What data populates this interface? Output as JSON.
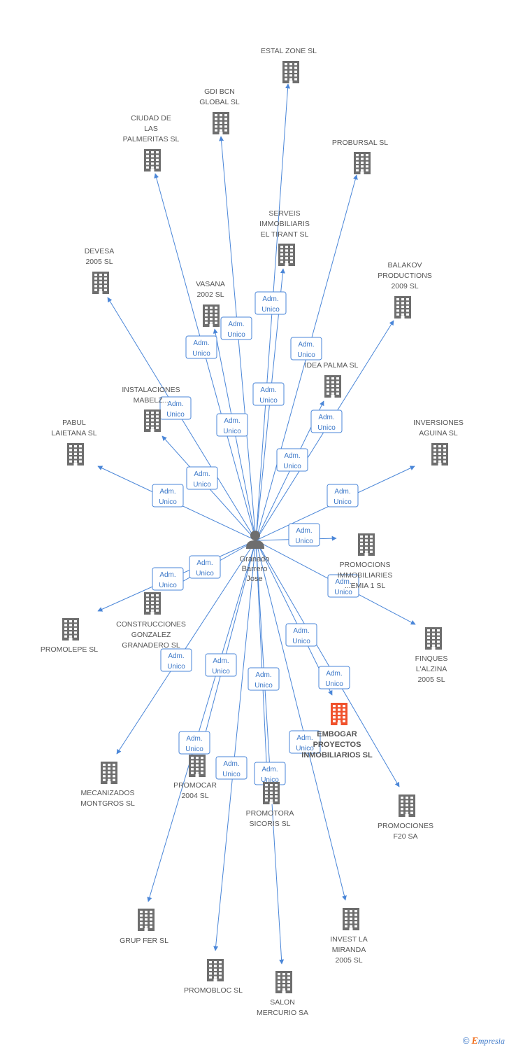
{
  "center": {
    "name_lines": [
      "Granado",
      "Barrero",
      "Jose"
    ]
  },
  "edge_label_lines": [
    "Adm.",
    "Unico"
  ],
  "colors": {
    "edge": "#4a86d8",
    "building": "#6e6e6e",
    "highlight": "#f0522c",
    "text": "#555555"
  },
  "companies": [
    {
      "id": "estal",
      "lines": [
        "ESTAL ZONE SL"
      ]
    },
    {
      "id": "gdi",
      "lines": [
        "GDI BCN",
        "GLOBAL SL"
      ]
    },
    {
      "id": "ciudad",
      "lines": [
        "CIUDAD DE",
        "LAS",
        "PALMERITAS SL"
      ]
    },
    {
      "id": "probursal",
      "lines": [
        "PROBURSAL SL"
      ]
    },
    {
      "id": "serveis",
      "lines": [
        "SERVEIS",
        "IMMOBILIARIS",
        "EL TIRANT SL"
      ]
    },
    {
      "id": "devesa",
      "lines": [
        "DEVESA",
        "2005 SL"
      ]
    },
    {
      "id": "balakov",
      "lines": [
        "BALAKOV",
        "PRODUCTIONS",
        "2009 SL"
      ]
    },
    {
      "id": "vasana",
      "lines": [
        "VASANA",
        "2002 SL"
      ]
    },
    {
      "id": "ideapalma",
      "lines": [
        "IDEA PALMA SL"
      ]
    },
    {
      "id": "instalaciones",
      "lines": [
        "INSTALACIONES",
        "MABELZ..."
      ]
    },
    {
      "id": "pabul",
      "lines": [
        "PABUL",
        "LAIETANA SL"
      ]
    },
    {
      "id": "inversiones",
      "lines": [
        "INVERSIONES",
        "AGUINA SL"
      ]
    },
    {
      "id": "promocions",
      "lines": [
        "PROMOCIONS",
        "IMMOBILIARIES",
        "...EMIA 1 SL"
      ]
    },
    {
      "id": "construcciones",
      "lines": [
        "CONSTRUCCIONES",
        "GONZALEZ",
        "GRANADERO SL"
      ]
    },
    {
      "id": "promolepe",
      "lines": [
        "PROMOLEPE SL"
      ]
    },
    {
      "id": "finques",
      "lines": [
        "FINQUES",
        "L'ALZINA",
        "2005 SL"
      ]
    },
    {
      "id": "embogar",
      "lines": [
        "EMBOGAR",
        "PROYECTOS",
        "INMOBILIARIOS SL"
      ],
      "highlight": true
    },
    {
      "id": "mecanizados",
      "lines": [
        "MECANIZADOS",
        "MONTGROS SL"
      ]
    },
    {
      "id": "promocar",
      "lines": [
        "PROMOCAR",
        "2004 SL"
      ]
    },
    {
      "id": "promotora",
      "lines": [
        "PROMOTORA",
        "SICORIS SL"
      ]
    },
    {
      "id": "promociones",
      "lines": [
        "PROMOCIONES",
        "F20 SA"
      ]
    },
    {
      "id": "grupfer",
      "lines": [
        "GRUP FER SL"
      ]
    },
    {
      "id": "investla",
      "lines": [
        "INVEST LA",
        "MIRANDA",
        "2005 SL"
      ]
    },
    {
      "id": "promobloc",
      "lines": [
        "PROMOBLOC SL"
      ]
    },
    {
      "id": "salon",
      "lines": [
        "SALON",
        "MERCURIO SA"
      ]
    }
  ],
  "brand": {
    "copyright": "©",
    "initial": "E",
    "rest": "mpresia"
  }
}
